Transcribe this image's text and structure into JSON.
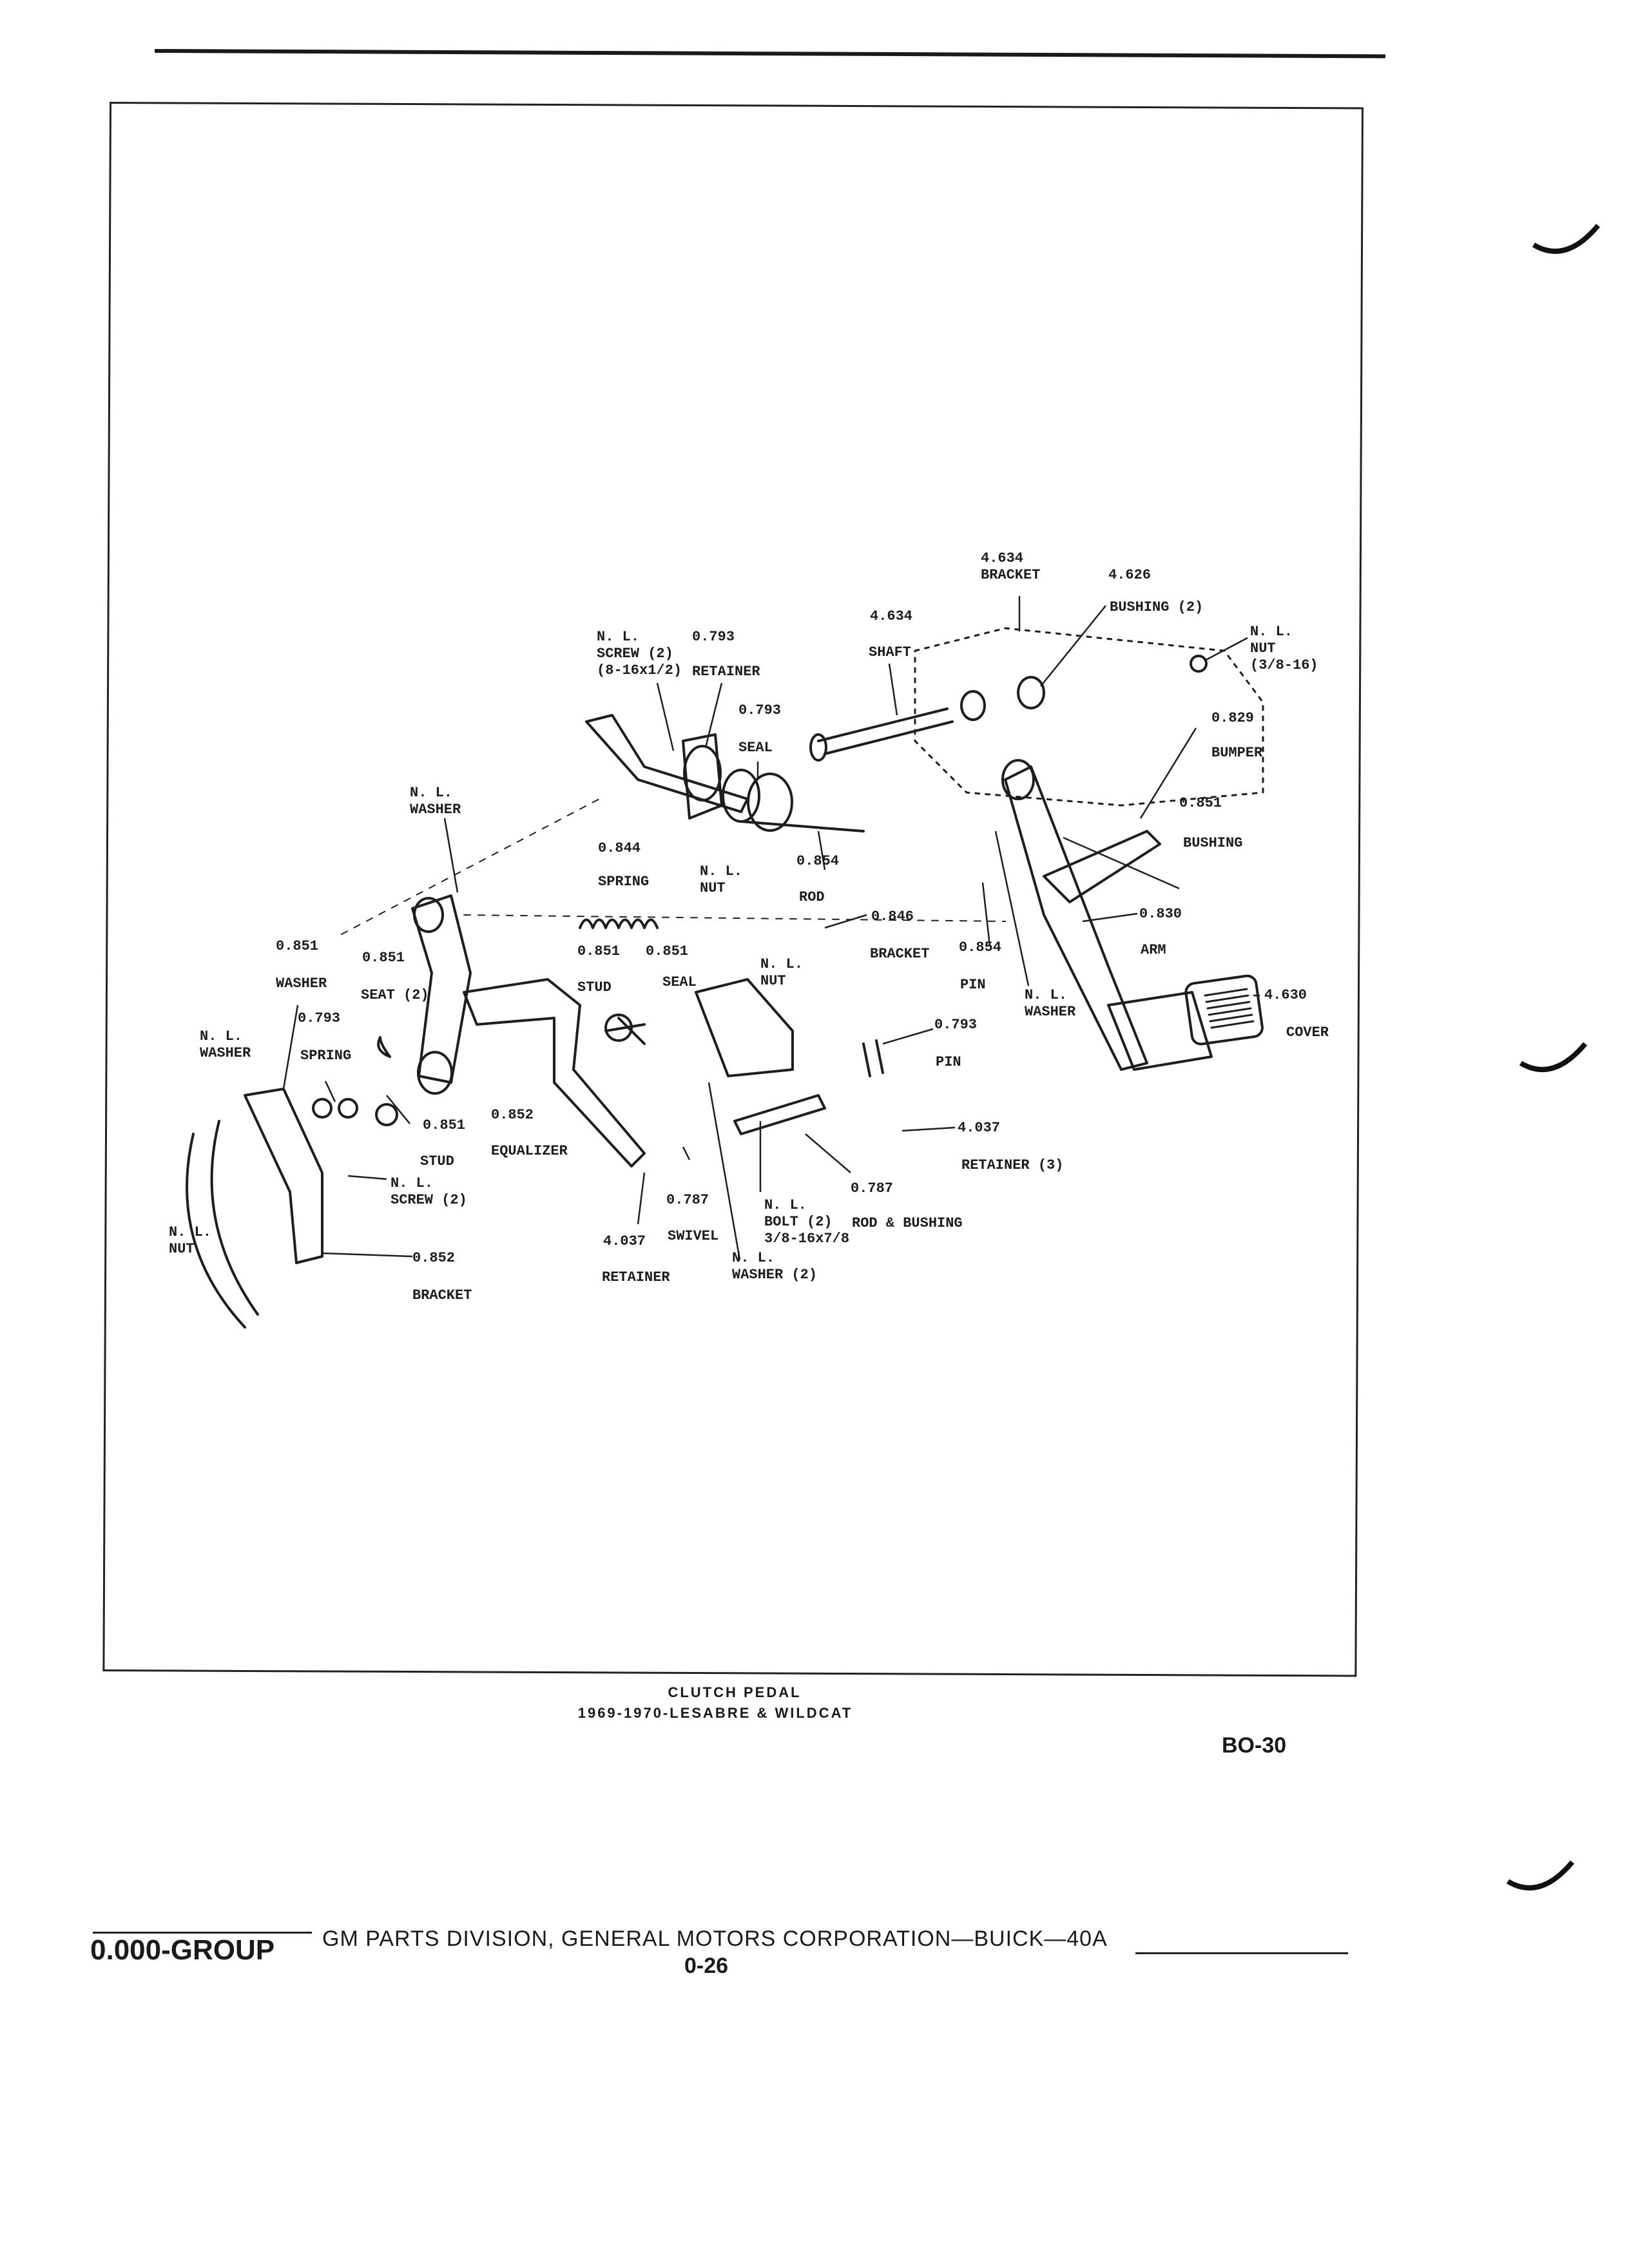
{
  "diagram_labels": [
    {
      "id": "l01",
      "text": "4.634\nBRACKET"
    },
    {
      "id": "l02",
      "text": "4.626"
    },
    {
      "id": "l03",
      "text": "BUSHING (2)"
    },
    {
      "id": "l04",
      "text": "N. L.\nNUT\n(3/8-16)"
    },
    {
      "id": "l05",
      "text": "4.634"
    },
    {
      "id": "l06",
      "text": "SHAFT"
    },
    {
      "id": "l07",
      "text": "N. L.\nSCREW (2)\n(8-16x1/2)"
    },
    {
      "id": "l08",
      "text": "0.793"
    },
    {
      "id": "l09",
      "text": "RETAINER"
    },
    {
      "id": "l10",
      "text": "0.793"
    },
    {
      "id": "l11",
      "text": "SEAL"
    },
    {
      "id": "l12",
      "text": "0.829"
    },
    {
      "id": "l13",
      "text": "BUMPER"
    },
    {
      "id": "l14",
      "text": "N. L.\nWASHER"
    },
    {
      "id": "l15",
      "text": "0.851"
    },
    {
      "id": "l16",
      "text": "BUSHING"
    },
    {
      "id": "l17",
      "text": "0.844"
    },
    {
      "id": "l18",
      "text": "0.854"
    },
    {
      "id": "l19",
      "text": "SPRING"
    },
    {
      "id": "l20",
      "text": "N. L.\nNUT"
    },
    {
      "id": "l21",
      "text": "ROD"
    },
    {
      "id": "l22",
      "text": "0.846"
    },
    {
      "id": "l23",
      "text": "0.830"
    },
    {
      "id": "l24",
      "text": "0.851"
    },
    {
      "id": "l25",
      "text": "0.851"
    },
    {
      "id": "l26",
      "text": "0.851"
    },
    {
      "id": "l27",
      "text": "0.851"
    },
    {
      "id": "l28",
      "text": "BRACKET"
    },
    {
      "id": "l29",
      "text": "0.854"
    },
    {
      "id": "l30",
      "text": "ARM"
    },
    {
      "id": "l31",
      "text": "N. L.\nNUT"
    },
    {
      "id": "l32",
      "text": "WASHER"
    },
    {
      "id": "l33",
      "text": "SEAT (2)"
    },
    {
      "id": "l34",
      "text": "STUD"
    },
    {
      "id": "l35",
      "text": "SEAL"
    },
    {
      "id": "l36",
      "text": "PIN"
    },
    {
      "id": "l37",
      "text": "N. L.\nWASHER"
    },
    {
      "id": "l38",
      "text": "4.630"
    },
    {
      "id": "l39",
      "text": "0.793"
    },
    {
      "id": "l40",
      "text": "COVER"
    },
    {
      "id": "l41",
      "text": "0.793"
    },
    {
      "id": "l42",
      "text": "N. L.\nWASHER"
    },
    {
      "id": "l43",
      "text": "SPRING"
    },
    {
      "id": "l44",
      "text": "PIN"
    },
    {
      "id": "l45",
      "text": "0.851"
    },
    {
      "id": "l46",
      "text": "0.852"
    },
    {
      "id": "l47",
      "text": "4.037"
    },
    {
      "id": "l48",
      "text": "STUD"
    },
    {
      "id": "l49",
      "text": "EQUALIZER"
    },
    {
      "id": "l50",
      "text": "RETAINER (3)"
    },
    {
      "id": "l51",
      "text": "N. L.\nSCREW (2)"
    },
    {
      "id": "l52",
      "text": "0.787"
    },
    {
      "id": "l53",
      "text": "0.787"
    },
    {
      "id": "l54",
      "text": "N. L.\nBOLT (2)\n3/8-16x7/8"
    },
    {
      "id": "l55",
      "text": "ROD & BUSHING"
    },
    {
      "id": "l56",
      "text": "N. L.\nNUT"
    },
    {
      "id": "l57",
      "text": "4.037"
    },
    {
      "id": "l58",
      "text": "SWIVEL"
    },
    {
      "id": "l59",
      "text": "N. L.\nWASHER (2)"
    },
    {
      "id": "l60",
      "text": "0.852"
    },
    {
      "id": "l61",
      "text": "RETAINER"
    },
    {
      "id": "l62",
      "text": "BRACKET"
    }
  ],
  "caption": {
    "title": "CLUTCH PEDAL",
    "subtitle": "1969-1970-LESABRE & WILDCAT"
  },
  "page_code": "BO-30",
  "footer": {
    "group": "0.000-GROUP",
    "publisher": "GM PARTS DIVISION, GENERAL MOTORS CORPORATION—BUICK—40A",
    "page_number": "0-26"
  }
}
